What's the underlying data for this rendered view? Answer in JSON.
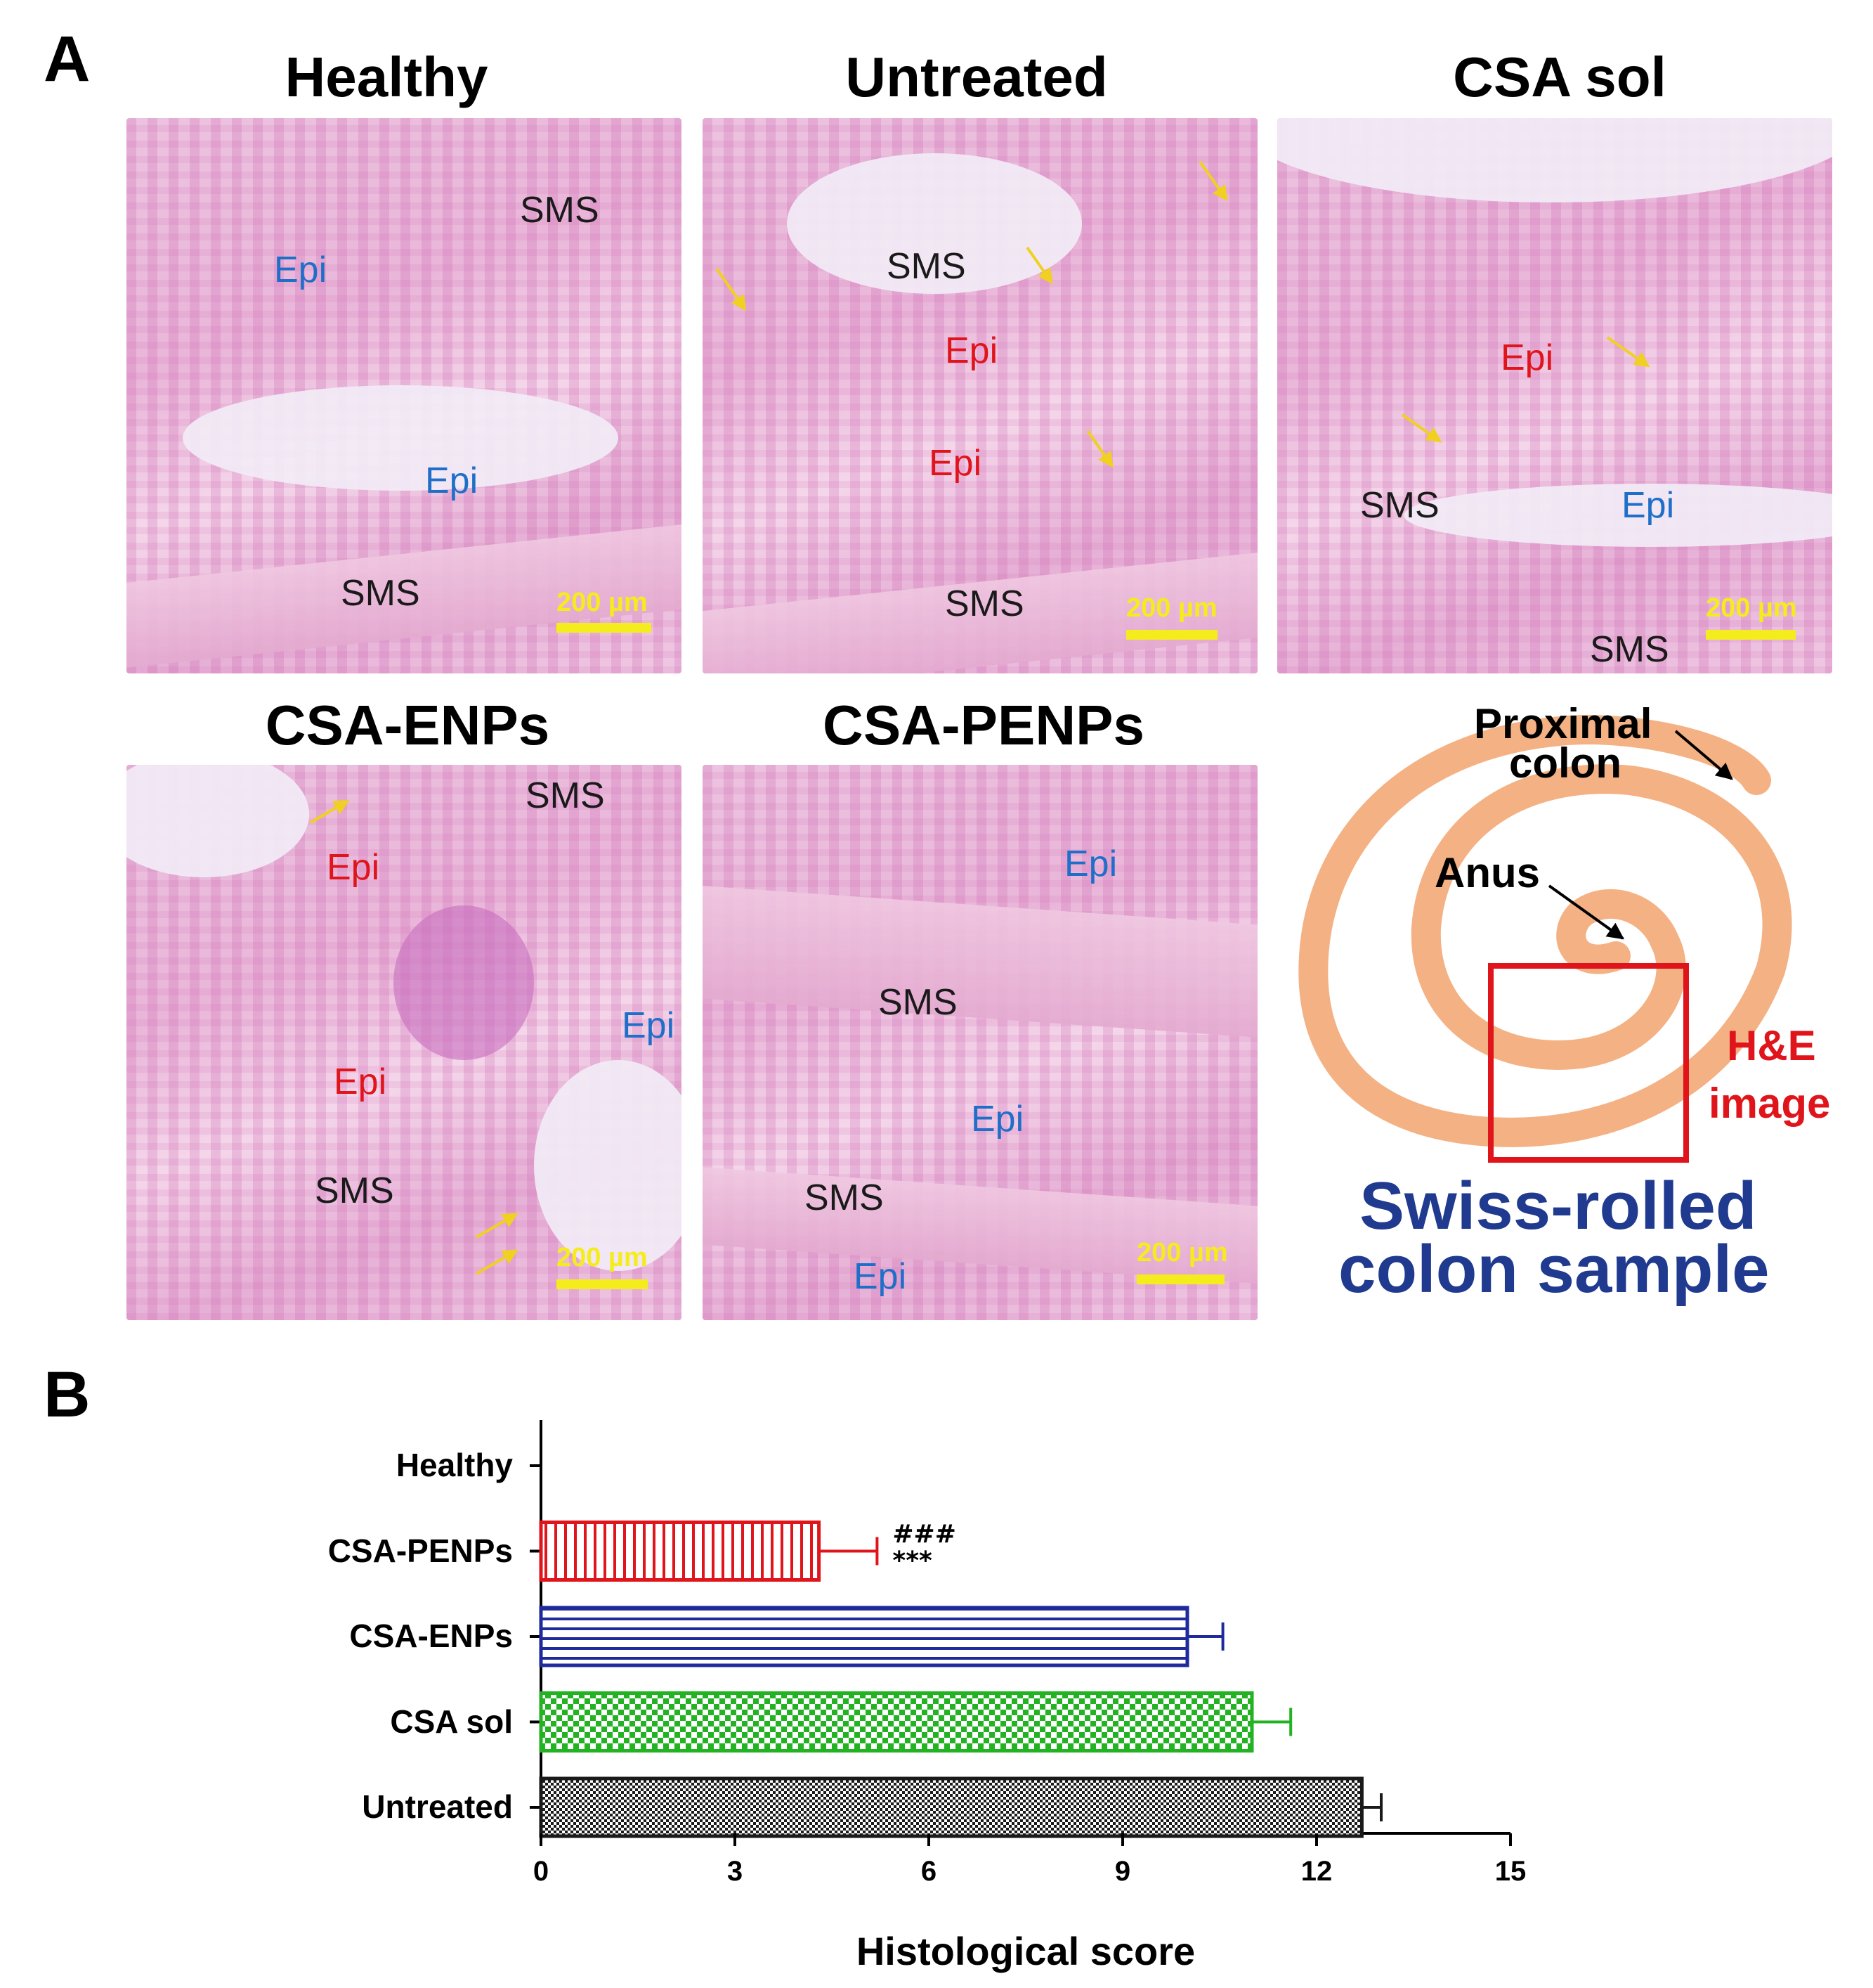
{
  "panel_a": {
    "letter": "A",
    "micrographs": [
      {
        "title": "Healthy",
        "labels": [
          {
            "text": "SMS",
            "kind": "sms"
          },
          {
            "text": "Epi",
            "kind": "epi-blue"
          },
          {
            "text": "Epi",
            "kind": "epi-blue"
          },
          {
            "text": "SMS",
            "kind": "sms"
          }
        ],
        "scale": "200 µm"
      },
      {
        "title": "Untreated",
        "labels": [
          {
            "text": "SMS",
            "kind": "sms"
          },
          {
            "text": "Epi",
            "kind": "epi-red"
          },
          {
            "text": "Epi",
            "kind": "epi-red"
          },
          {
            "text": "SMS",
            "kind": "sms"
          }
        ],
        "scale": "200 µm"
      },
      {
        "title": "CSA sol",
        "labels": [
          {
            "text": "Epi",
            "kind": "epi-red"
          },
          {
            "text": "SMS",
            "kind": "sms"
          },
          {
            "text": "Epi",
            "kind": "epi-blue"
          },
          {
            "text": "SMS",
            "kind": "sms"
          }
        ],
        "scale": "200 µm"
      },
      {
        "title": "CSA-ENPs",
        "labels": [
          {
            "text": "SMS",
            "kind": "sms"
          },
          {
            "text": "Epi",
            "kind": "epi-red"
          },
          {
            "text": "Epi",
            "kind": "epi-blue"
          },
          {
            "text": "Epi",
            "kind": "epi-red"
          },
          {
            "text": "SMS",
            "kind": "sms"
          }
        ],
        "scale": "200 µm"
      },
      {
        "title": "CSA-PENPs",
        "labels": [
          {
            "text": "Epi",
            "kind": "epi-blue"
          },
          {
            "text": "SMS",
            "kind": "sms"
          },
          {
            "text": "Epi",
            "kind": "epi-blue"
          },
          {
            "text": "SMS",
            "kind": "sms"
          },
          {
            "text": "Epi",
            "kind": "epi-blue"
          }
        ],
        "scale": "200 µm"
      }
    ],
    "schematic": {
      "proximal": "Proximal",
      "colon": "colon",
      "anus": "Anus",
      "he_line1": "H&E",
      "he_line2": "image",
      "caption_line1": "Swiss-rolled",
      "caption_line2": "colon sample",
      "colors": {
        "spiral": "#f4b183",
        "box": "#e0141b",
        "caption": "#1f3a8f"
      }
    }
  },
  "panel_b": {
    "letter": "B"
  },
  "chart_data": {
    "type": "bar",
    "orientation": "horizontal",
    "categories": [
      "Healthy",
      "CSA-PENPs",
      "CSA-ENPs",
      "CSA sol",
      "Untreated"
    ],
    "values": [
      0,
      4.3,
      10.0,
      11.0,
      12.7
    ],
    "errors": [
      0,
      0.9,
      0.55,
      0.6,
      0.3
    ],
    "colors": [
      "#000000",
      "#e0141b",
      "#1f2a9c",
      "#22b222",
      "#1a1a1a"
    ],
    "patterns": [
      "none",
      "vertical-lines",
      "horizontal-lines",
      "checker",
      "checker-fine"
    ],
    "annotations": [
      {
        "category": "CSA-PENPs",
        "lines": [
          "###",
          "***"
        ]
      }
    ],
    "xlabel": "Histological score",
    "xlim": [
      0,
      15
    ],
    "xticks": [
      0,
      3,
      6,
      9,
      12,
      15
    ],
    "grid": false
  }
}
